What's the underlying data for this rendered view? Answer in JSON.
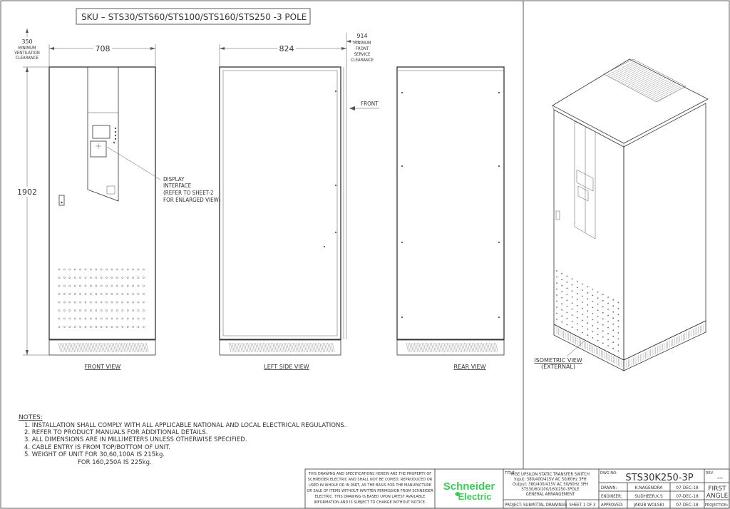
{
  "sku_title": "SKU  –  STS30/STS60/STS100/STS160/STS250  -3 POLE",
  "dimensions": {
    "width": "708",
    "height": "1902",
    "depth": "824",
    "top_clearance_value": "350",
    "top_clearance_label_1": "MINIMUM",
    "top_clearance_label_2": "VENTILATION",
    "top_clearance_label_3": "CLEARANCE",
    "front_clearance_value": "914",
    "front_clearance_label_1": "MINIMUM",
    "front_clearance_label_2": "FRONT",
    "front_clearance_label_3": "SERVICE",
    "front_clearance_label_4": "CLEARANCE"
  },
  "callouts": {
    "front_arrow": "FRONT",
    "display_1": "DISPLAY",
    "display_2": "INTERFACE",
    "display_3": "(REFER TO SHEET-2",
    "display_4": "FOR ENLARGED VIEW)"
  },
  "views": {
    "front": "FRONT VIEW",
    "left_side": "LEFT SIDE VIEW",
    "rear": "REAR VIEW",
    "isometric": "ISOMETRIC VIEW",
    "isometric_sub": "(EXTERNAL)"
  },
  "notes": {
    "heading": "NOTES:",
    "items": [
      "1. INSTALLATION SHALL COMPLY WITH ALL APPLICABLE NATIONAL AND LOCAL ELECTRICAL REGULATIONS.",
      "2. REFER TO PRODUCT MANUALS FOR ADDITIONAL DETAILS.",
      "3. ALL DIMENSIONS ARE IN MILLIMETERS UNLESS OTHERWISE SPECIFIED.",
      "4. CABLE ENTRY IS FROM TOP/BOTTOM OF UNIT.",
      "5. WEIGHT OF UNIT FOR 30,60,100A IS 215kg.",
      "FOR 160,250A IS   225kg."
    ]
  },
  "title_block": {
    "disclaimer": [
      "THIS DRAWING AND SPECIFICATIONS HEREIN ARE THE PROPERTY OF",
      "SCHNEIDER ELECTRIC AND SHALL NOT BE COPIED, REPRODUCED OR",
      "USED IN WHOLE OR IN PART, AS THE BASIS FOR THE MANUFACTURE",
      "OR SALE OF ITEMS WITHOUT WRITTEN PERMISSION FROM SCHNEIDER",
      "ELECTRIC. THIS DRAWING IS BASED UPON LATEST AVAILABLE",
      "INFORMATION AND IS SUBJECT TO CHANGE WITHOUT NOTICE."
    ],
    "logo_line1": "Schneider",
    "logo_line2": "Electric",
    "title_label": "TITLE:",
    "title_lines": [
      "MGE UPSILON STATIC TRANSFER SWITCH",
      "Input: 380/400/415V AC 50/60Hz 3PH",
      "Output: 380/400/415V AC 50/60Hz 3PH",
      "STS30/60/100/160/250-3POLE",
      "GENERAL ARRANGEMENT"
    ],
    "project_label": "PROJECT:",
    "project_value": "SUBMITTAL DRAWINGS",
    "sheet": "SHEET 1 OF 3",
    "dwg_label": "DWG NO:",
    "dwg_no": "STS30K250-3P",
    "rev_label": "REV.",
    "rev_value": "—",
    "drawn_label": "DRAWN:",
    "drawn_name": "K.NAGENDRA",
    "drawn_date": "07-DEC-18",
    "engineer_label": "ENGINEER:",
    "engineer_name": "SUDHEER.K.S",
    "engineer_date": "07-DEC-18",
    "approved_label": "APPROVED:",
    "approved_name": "JAKUB WOLSKI",
    "approved_date": "07-DEC-18",
    "angle_1": "FIRST",
    "angle_2": "ANGLE",
    "projection_label": "PROJECTION:"
  }
}
